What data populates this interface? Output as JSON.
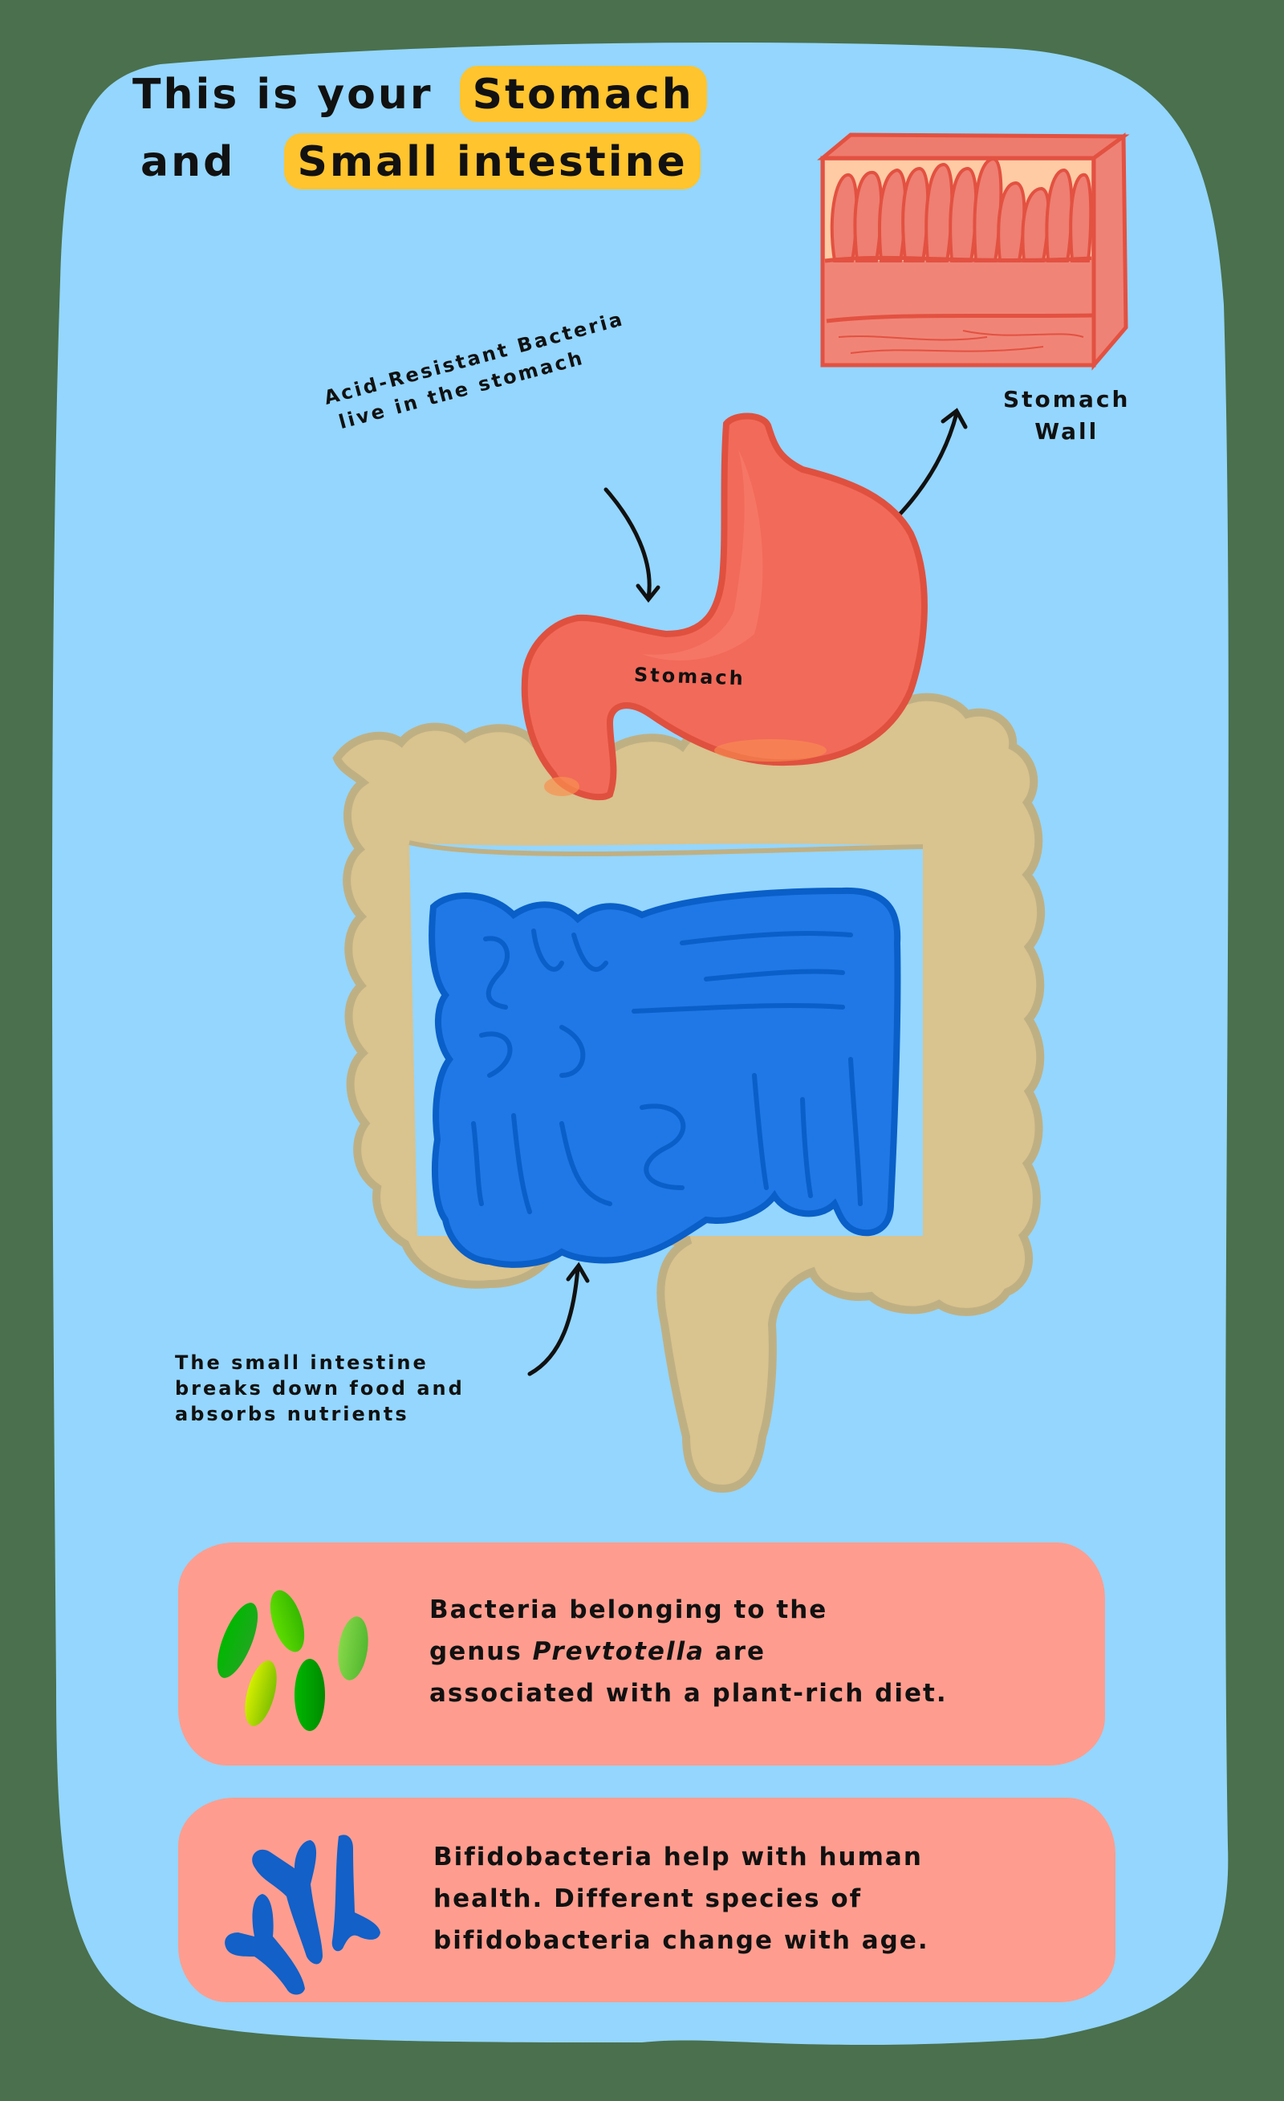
{
  "title": {
    "line1_prefix": "This is your",
    "line1_highlight": "Stomach",
    "line2_prefix": "and",
    "line2_highlight": "Small intestine"
  },
  "annotations": {
    "acid_resistant": [
      "Acid-Resistant Bacteria",
      "live in the stomach"
    ],
    "stomach_wall": [
      "Stomach",
      "Wall"
    ],
    "stomach_organ_label": "Stomach",
    "small_intestine": [
      "The small intestine",
      "breaks down food and",
      "absorbs nutrients"
    ]
  },
  "cards": [
    {
      "icon": "prevotella-rod-bacteria-icon",
      "line1": "Bacteria belonging to the",
      "line2_prefix": "genus",
      "line2_italic": "Prevtotella",
      "line2_suffix": "are",
      "line3": "associated with a plant-rich diet."
    },
    {
      "icon": "bifidobacteria-y-shaped-icon",
      "line1": "Bifidobacteria help with human",
      "line2": "health. Different species of",
      "line3": "bifidobacteria change with age."
    }
  ],
  "colors": {
    "background": "#4A704D",
    "panel": "#94D6FE",
    "highlight": "#FFC42E",
    "stomach": "#F26A5A",
    "stomach_outline": "#E0503F",
    "colon": "#D9C38E",
    "colon_outline": "#BFB084",
    "small_intestine": "#1F78E6",
    "small_intestine_outline": "#0A5FC8",
    "card": "#FE9D8F",
    "bifido": "#1260C8"
  }
}
